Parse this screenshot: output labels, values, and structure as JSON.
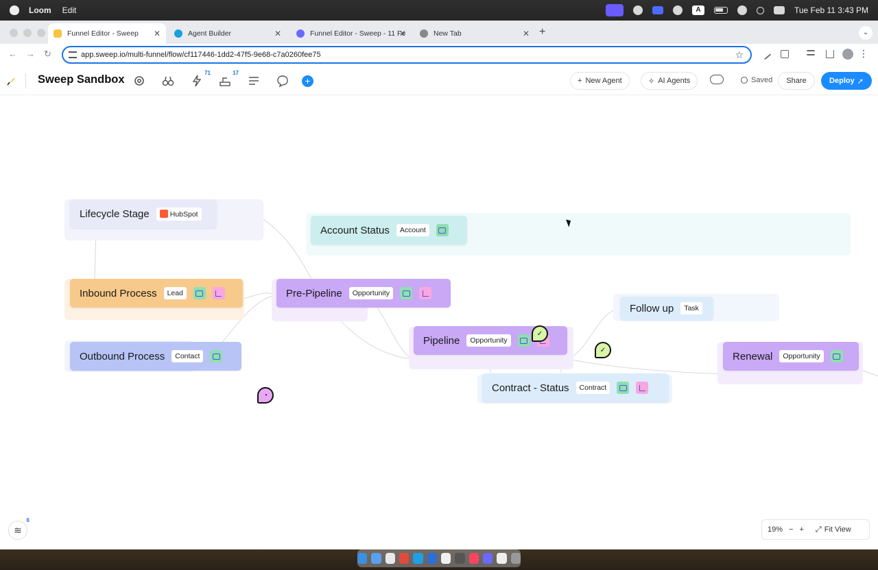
{
  "menubar": {
    "app_name": "Loom",
    "menu_edit": "Edit",
    "input_letter": "A",
    "datetime": "Tue Feb 11  3:43 PM"
  },
  "browser": {
    "tabs": [
      {
        "label": "Funnel Editor - Sweep",
        "active": true
      },
      {
        "label": "Agent Builder",
        "active": false
      },
      {
        "label": "Funnel Editor - Sweep - 11 Fe",
        "active": false
      },
      {
        "label": "New Tab",
        "active": false
      }
    ],
    "url": "app.sweep.io/multi-funnel/flow/cf117446-1dd2-47f5-9e68-c7a0260fee75"
  },
  "appbar": {
    "title": "Sweep Sandbox",
    "lightning_badge": "71",
    "deploy_tool_badge": "17",
    "new_agent_label": "New Agent",
    "ai_agents_label": "AI Agents",
    "saved_label": "Saved",
    "share_label": "Share",
    "deploy_label": "Deploy"
  },
  "nodes": {
    "lifecycle": {
      "title": "Lifecycle Stage",
      "tag": "HubSpot"
    },
    "account_status": {
      "title": "Account Status",
      "tag": "Account"
    },
    "inbound": {
      "title": "Inbound Process",
      "tag": "Lead"
    },
    "pre_pipeline": {
      "title": "Pre-Pipeline",
      "tag": "Opportunity"
    },
    "outbound": {
      "title": "Outbound Process",
      "tag": "Contact"
    },
    "pipeline": {
      "title": "Pipeline",
      "tag": "Opportunity"
    },
    "follow_up": {
      "title": "Follow up",
      "tag": "Task"
    },
    "renewal": {
      "title": "Renewal",
      "tag": "Opportunity"
    },
    "contract_status": {
      "title": "Contract - Status",
      "tag": "Contract"
    }
  },
  "canvas_footer": {
    "layers_badge": "6",
    "zoom_level": "19%",
    "zoom_out": "−",
    "zoom_in": "+",
    "fit_view_label": "Fit View"
  },
  "colors": {
    "accent": "#1a8cff",
    "purple_node": "#c7a6f5",
    "orange_node": "#f7c98a",
    "blue_node": "#b7c4f5",
    "teal_node": "#cfeeee",
    "lightblue_node": "#dcecfb"
  }
}
